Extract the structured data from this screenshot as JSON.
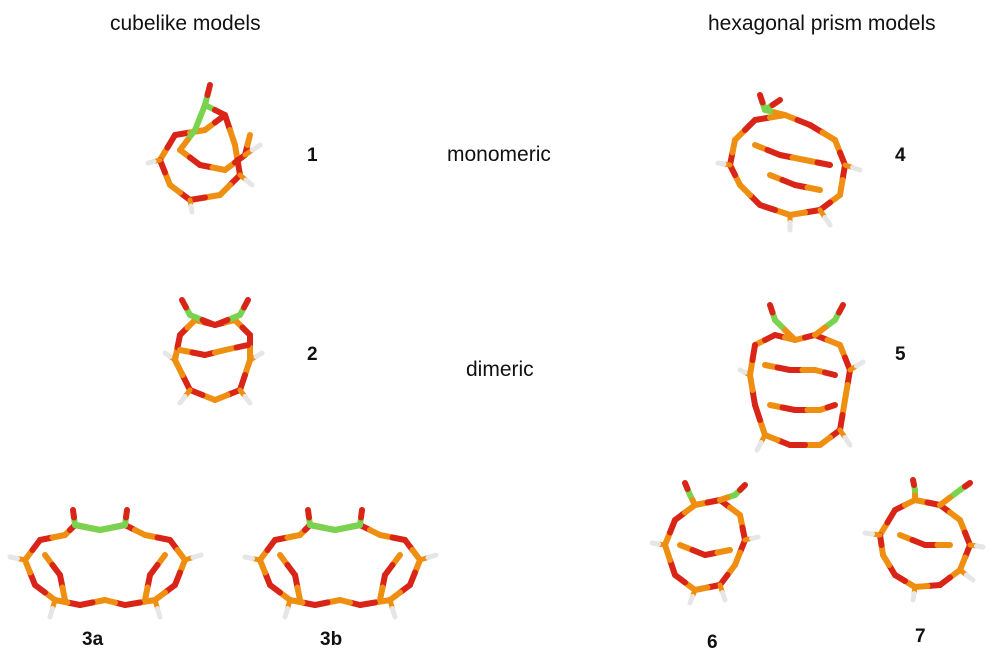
{
  "headers": {
    "left": "cubelike models",
    "right": "hexagonal prism models"
  },
  "categories": {
    "monomeric": "monomeric",
    "dimeric": "dimeric"
  },
  "molecules": [
    {
      "id": "1",
      "label": "1"
    },
    {
      "id": "2",
      "label": "2"
    },
    {
      "id": "3a",
      "label": "3a"
    },
    {
      "id": "3b",
      "label": "3b"
    },
    {
      "id": "4",
      "label": "4"
    },
    {
      "id": "5",
      "label": "5"
    },
    {
      "id": "6",
      "label": "6"
    },
    {
      "id": "7",
      "label": "7"
    }
  ],
  "colors": {
    "silicon": "#ef8f12",
    "oxygen": "#d92418",
    "aluminum": "#7ad34f",
    "hydrogen": "#e6e6e6"
  }
}
